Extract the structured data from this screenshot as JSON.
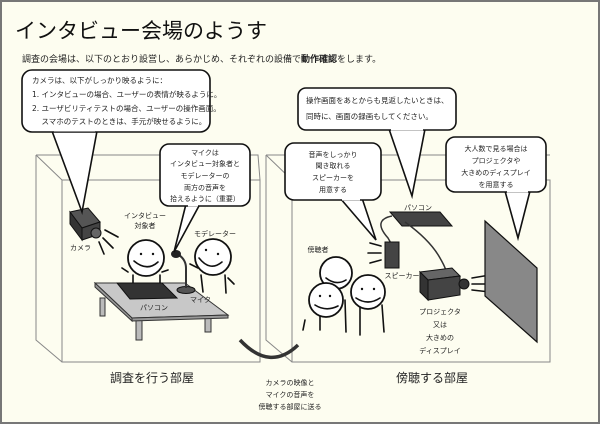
{
  "title": "インタビュー会場のようす",
  "subtitle": {
    "before": "調査の会場は、以下のとおり設営し、あらかじめ、それぞれの設備で",
    "bold": "動作確認",
    "after": "をします。"
  },
  "camera_bubble": [
    "カメラは、以下がしっかり映るように：",
    "1. インタビューの場合、ユーザーの表情が映るように。",
    "2. ユーザビリティテストの場合、ユーザーの操作画面。",
    "    スマホのテストのときは、手元が映せるように。"
  ],
  "recording_bubble": [
    "操作画面をあとからも見返したいときは、",
    "同時に、画面の録画もしてください。"
  ],
  "mic_bubble": [
    "マイクは",
    "インタビュー対象者と",
    "モデレーターの",
    "両方の音声を",
    "拾えるように（重要）"
  ],
  "speaker_bubble": [
    "音声をしっかり",
    "聞き取れる",
    "スピーカーを",
    "用意する"
  ],
  "display_bubble": [
    "大人数で見る場合は",
    "プロジェクタや",
    "大きめのディスプレイ",
    "を用意する"
  ],
  "left_room": {
    "label": "調査を行う部屋",
    "camera": "カメラ",
    "interviewee": [
      "インタビュー",
      "対象者"
    ],
    "moderator": "モデレーター",
    "pc": "パソコン",
    "mic": "マイク"
  },
  "transfer_note": [
    "カメラの映像と",
    "マイクの音声を",
    "傍聴する部屋に送る"
  ],
  "right_room": {
    "label": "傍聴する部屋",
    "pc": "パソコン",
    "speaker": "スピーカー",
    "observers": "傍聴者",
    "projector": [
      "プロジェクタ",
      "又は",
      "大きめの",
      "ディスプレイ"
    ]
  }
}
